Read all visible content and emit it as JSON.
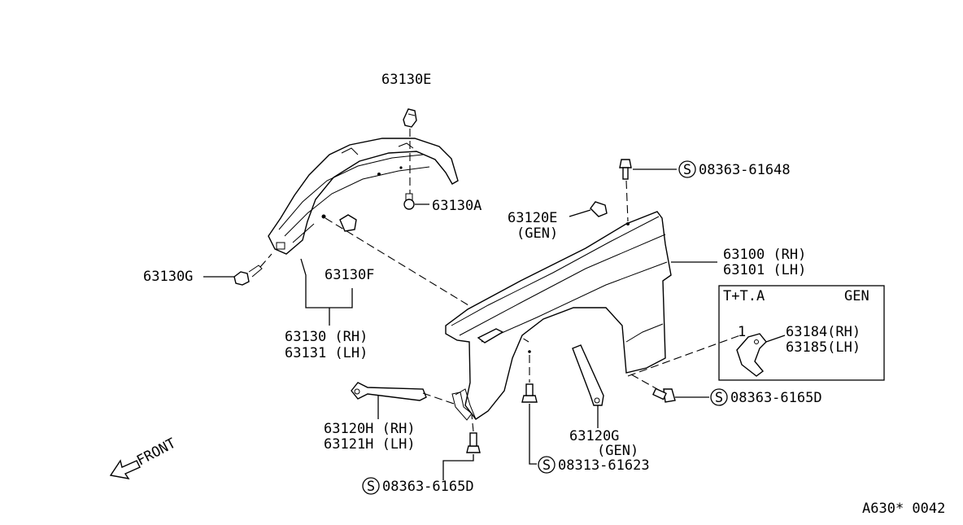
{
  "labels": {
    "p63130e": "63130E",
    "p63130a": "63130A",
    "p63130g": "63130G",
    "p63130f": "63130F",
    "p63130": "63130 (RH)",
    "p63131": "63131 (LH)",
    "p63120e": "63120E",
    "p63120e_gen": "(GEN)",
    "s08363_61648": "08363-61648",
    "p63100": "63100 (RH)",
    "p63101": "63101 (LH)",
    "inset_left": "T+T.A",
    "inset_right": "GEN",
    "inset_callout": "1",
    "p63184": "63184(RH)",
    "p63185": "63185(LH)",
    "s08363_6165d_right": "08363-6165D",
    "p63120h": "63120H (RH)",
    "p63121h": "63121H (LH)",
    "p63120g": "63120G",
    "p63120g_gen": "(GEN)",
    "s08313_61623": "08313-61623",
    "s08363_6165d_bottom": "08363-6165D",
    "front": "FRONT",
    "ref": "A630* 0042"
  },
  "symbols": {
    "screw_symbol": "S"
  }
}
